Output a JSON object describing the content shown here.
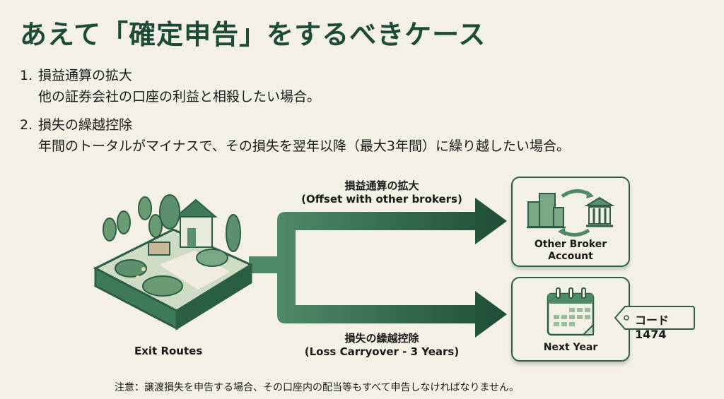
{
  "title": "あえて「確定申告」をするべきケース",
  "cases": [
    {
      "number": "1.",
      "heading": "損益通算の拡大",
      "description": "他の証券会社の口座の利益と相殺したい場合。"
    },
    {
      "number": "2.",
      "heading": "損失の繰越控除",
      "description": "年間のトータルがマイナスで、その損失を翌年以降（最大3年間）に繰り越したい場合。"
    }
  ],
  "diagram": {
    "source": {
      "label": "Exit Routes",
      "icon": "garden-icon"
    },
    "routes": [
      {
        "label_ja": "損益通算の拡大",
        "label_en": "(Offset with other brokers)",
        "target": "Other Broker\nAccount",
        "target_line1": "Other Broker",
        "target_line2": "Account"
      },
      {
        "label_ja": "損失の繰越控除",
        "label_en": "(Loss Carryover - 3 Years)",
        "target": "Next Year"
      }
    ],
    "tag": "コード1474"
  },
  "note": "注意：譲渡損失を申告する場合、その口座内の配当等もすべて申告しなければなりません。",
  "colors": {
    "accent": "#1e4a38",
    "arrow": "#2f6a4c",
    "background": "#f3f0e6"
  }
}
